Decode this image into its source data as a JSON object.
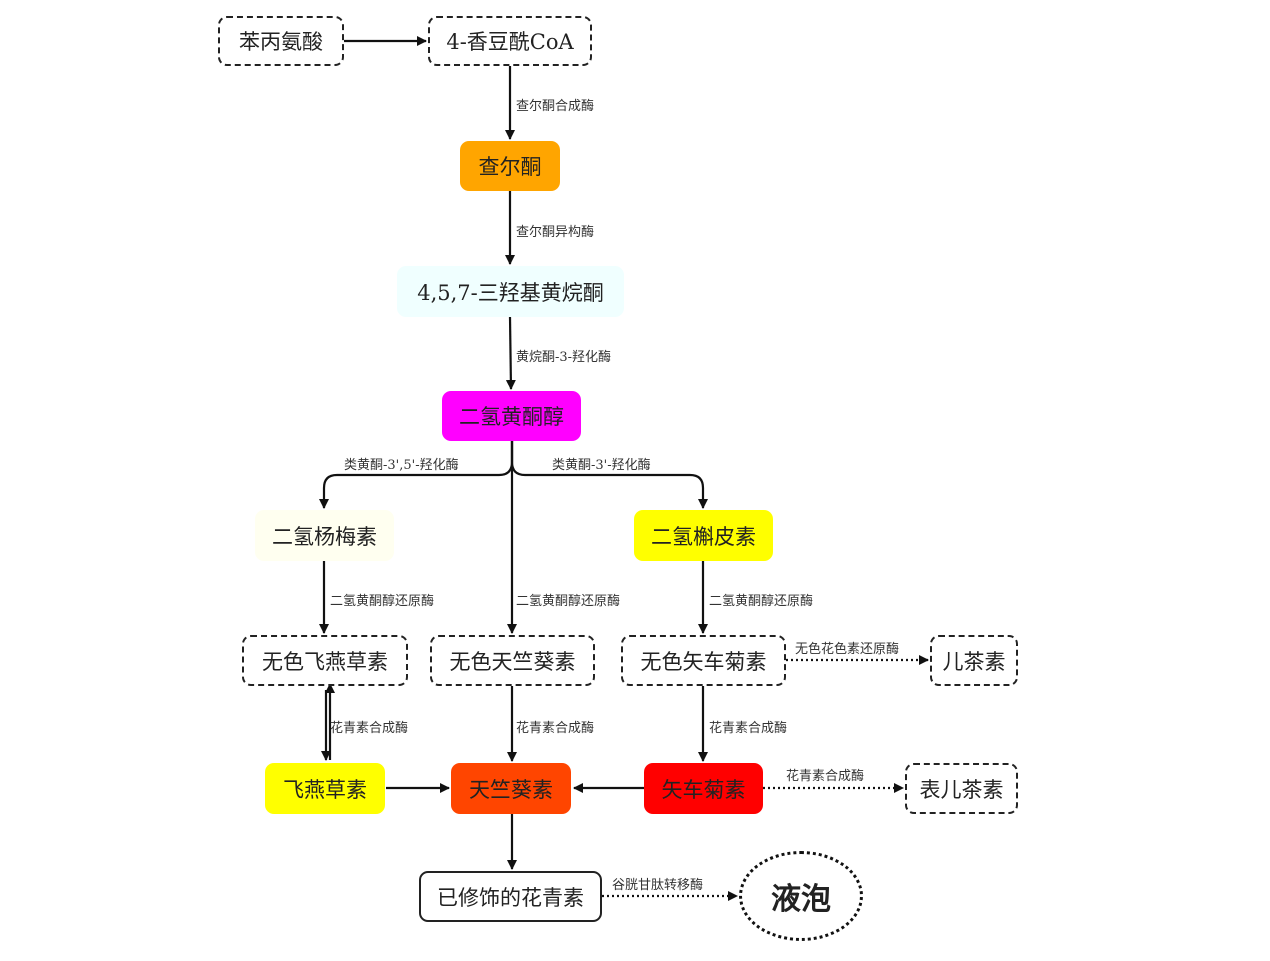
{
  "nodes": {
    "phenylalanine": "苯丙氨酸",
    "coumaroyl_coa": "4-香豆酰CoA",
    "chalcone": "查尔酮",
    "naringenin": "4,5,7-三羟基黄烷酮",
    "dihydrokaempferol": "二氢黄酮醇",
    "dihydromyricetin": "二氢杨梅素",
    "dihydroquercetin": "二氢槲皮素",
    "leucodelphinidin": "无色飞燕草素",
    "leucopelargonidin": "无色天竺葵素",
    "leucocyanidin": "无色矢车菊素",
    "catechin": "儿茶素",
    "delphinidin": "飞燕草素",
    "pelargonidin": "天竺葵素",
    "cyanidin": "矢车菊素",
    "epicatechin": "表儿茶素",
    "modified_anthocyanin": "已修饰的花青素",
    "vacuole": "液泡"
  },
  "edge_labels": {
    "chs": "查尔酮合成酶",
    "chi": "查尔酮异构酶",
    "f3h": "黄烷酮-3-羟化酶",
    "f3_5_h": "类黄酮-3',5'-羟化酶",
    "f3_h": "类黄酮-3'-羟化酶",
    "dfr_left": "二氢黄酮醇还原酶",
    "dfr_mid": "二氢黄酮醇还原酶",
    "dfr_right": "二氢黄酮醇还原酶",
    "lar": "无色花色素还原酶",
    "ans_left": "花青素合成酶",
    "ans_mid": "花青素合成酶",
    "ans_right": "花青素合成酶",
    "ans_epi": "花青素合成酶",
    "gst": "谷胱甘肽转移酶"
  },
  "colors": {
    "chalcone": "#ffa500",
    "naringenin": "#f0ffff",
    "dihydrokaempferol": "#ff00ff",
    "dihydromyricetin": "#fffff0",
    "dihydroquercetin": "#ffff00",
    "delphinidin": "#ffff00",
    "pelargonidin": "#ff4500",
    "cyanidin": "#ff0000"
  }
}
